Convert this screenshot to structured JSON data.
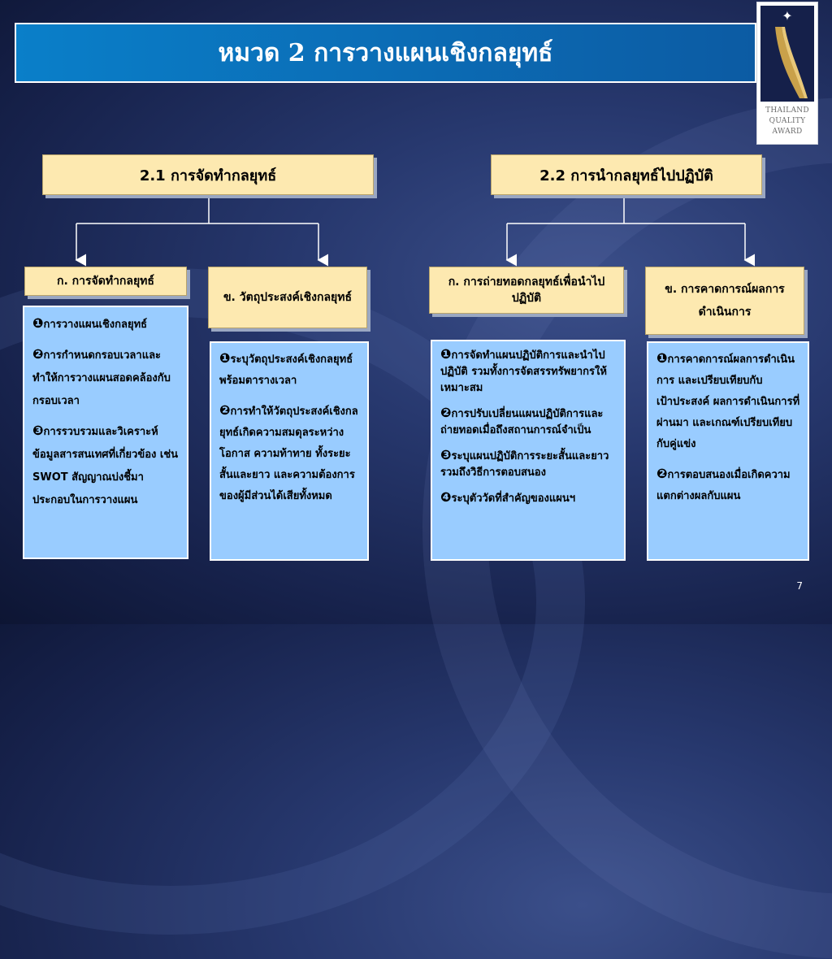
{
  "title": "หมวด 2 การวางแผนเชิงกลยุทธ์",
  "logo": {
    "line1": "THAILAND",
    "line2": "QUALITY",
    "line3": "AWARD"
  },
  "sections": [
    {
      "heading": "2.1 การจัดทำกลยุทธ์",
      "subs": [
        {
          "heading": "ก. การจัดทำกลยุทธ์",
          "items": [
            {
              "num": "❶",
              "text": "การวางแผนเชิงกลยุทธ์"
            },
            {
              "num": "❷",
              "text": "การกำหนดกรอบเวลาและทำให้การวางแผนสอดคล้องกับกรอบเวลา"
            },
            {
              "num": "❸",
              "text": "การรวบรวมและวิเคราะห์ข้อมูลสารสนเทศที่เกี่ยวข้อง เช่น SWOT สัญญาณบ่งชี้มาประกอบในการวางแผน"
            }
          ]
        },
        {
          "heading": "ข. วัตถุประสงค์เชิงกลยุทธ์",
          "items": [
            {
              "num": "❶",
              "text": "ระบุวัตถุประสงค์เชิงกลยุทธ์พร้อมตารางเวลา"
            },
            {
              "num": "❷",
              "text": "การทำให้วัตถุประสงค์เชิงกลยุทธ์เกิดความสมดุลระหว่างโอกาส ความท้าทาย ทั้งระยะสั้นและยาว และความต้องการของผู้มีส่วนได้เสียทั้งหมด"
            }
          ]
        }
      ]
    },
    {
      "heading": "2.2 การนำกลยุทธ์ไปปฏิบัติ",
      "subs": [
        {
          "heading": "ก. การถ่ายทอดกลยุทธ์เพื่อนำไปปฏิบัติ",
          "items": [
            {
              "num": "❶",
              "text": "การจัดทำแผนปฏิบัติการและนำไปปฏิบัติ รวมทั้งการจัดสรรทรัพยากรให้เหมาะสม"
            },
            {
              "num": "❷",
              "text": "การปรับเปลี่ยนแผนปฏิบัติการและถ่ายทอดเมื่อถึงสถานการณ์จำเป็น"
            },
            {
              "num": "❸",
              "text": "ระบุแผนปฏิบัติการระยะสั้นและยาว รวมถึงวิธีการตอบสนอง"
            },
            {
              "num": "❹",
              "text": "ระบุตัววัดที่สำคัญของแผนฯ"
            }
          ]
        },
        {
          "heading": "ข. การคาดการณ์ผลการดำเนินการ",
          "items": [
            {
              "num": "❶",
              "text": "การคาดการณ์ผลการดำเนินการ และเปรียบเทียบกับเป้าประสงค์ ผลการดำเนินการที่ผ่านมา และเกณฑ์เปรียบเทียบกับคู่แข่ง"
            },
            {
              "num": "❷",
              "text": "การตอบสนองเมื่อเกิดความแตกต่างผลกับแผน"
            }
          ]
        }
      ]
    }
  ],
  "page_number": "7"
}
